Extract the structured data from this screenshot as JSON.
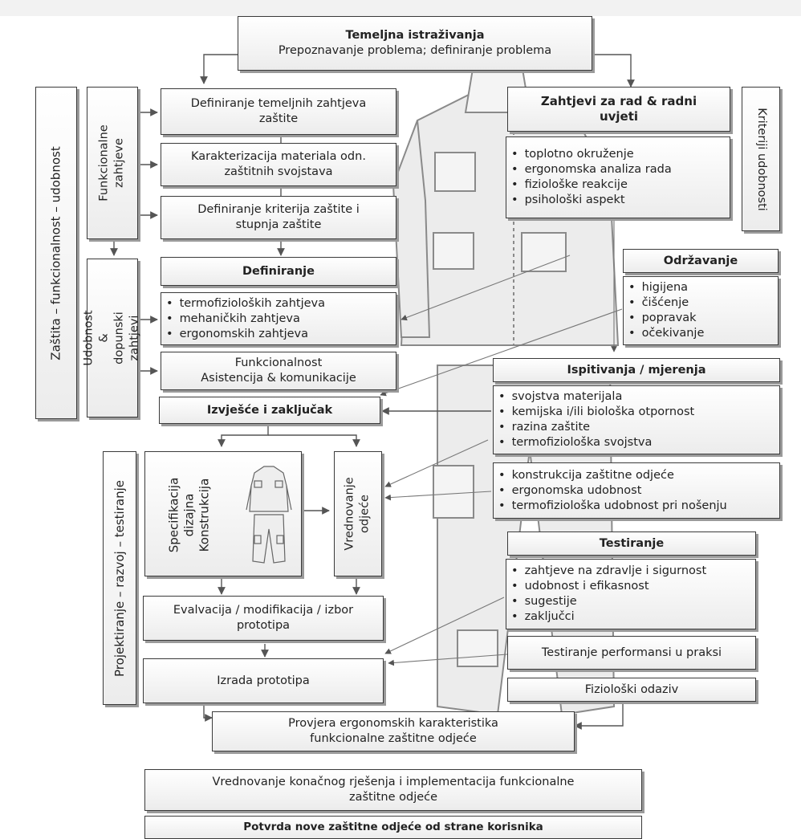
{
  "top": {
    "title": "Temeljna istraživanja",
    "subtitle": "Prepoznavanje problema; definiranje problema"
  },
  "left_outer": "Zaštita – funkcionalnost – udobnost",
  "funkcionalne": "Funkcionalne zahtjeve",
  "udobnost_dopunski": "Udobnost & dopunski zahtjevi",
  "kriteriji": "Kriteriji udobnosti",
  "boxes": {
    "def_temeljnih": "Definiranje temeljnih zahtjeva zaštite",
    "karakterizacija": "Karakterizacija materiala odn. zaštitnih svojstava",
    "def_kriterija": "Definiranje  kriterija zaštite i stupnja zaštite",
    "definiranje": "Definiranje",
    "funkcionalnost_1": "Funkcionalnost",
    "funkcionalnost_2": "Asistencija & komunikacije",
    "izvjesce": "Izvješće i zaključak",
    "specifikacija": "Specifikacija dizajna Konstrukcija",
    "vrednovanje_odjece": "Vrednovanje odjeće",
    "evalvacija": "Evalvacija / modifikacija / izbor prototipa",
    "izrada": "Izrada prototipa",
    "zahtjevi_rad": "Zahtjevi za rad & radni uvjeti",
    "odrzavanje": "Održavanje",
    "ispitivanja": "Ispitivanja / mjerenja",
    "testiranje": "Testiranje",
    "testiranje_performansi": "Testiranje performansi u praksi",
    "fizioloski": "Fiziološki odaziv",
    "provjera": "Provjera ergonomskih karakteristika funkcionalne zaštitne odjeće",
    "vrednovanje_konacnog": "Vrednovanje konačnog rješenja i implementacija funkcionalne zaštitne odjeće",
    "potvrda": "Potvrda nove zaštitne odjeće od strane korisnika"
  },
  "projektiranje": "Projektiranje – razvoj – testiranje",
  "lists": {
    "definiranje": [
      "termofizioloških zahtjeva",
      "mehaničkih zahtjeva",
      "ergonomskih zahtjeva"
    ],
    "zahtjevi_rad": [
      "toplotno okruženje",
      "ergonomska analiza rada",
      "fiziološke reakcije",
      "psihološki aspekt"
    ],
    "odrzavanje": [
      "higijena",
      "čišćenje",
      "popravak",
      "očekivanje"
    ],
    "ispitivanja": [
      "svojstva materijala",
      "kemijska i/ili biološka otpornost",
      "razina zaštite",
      "termofiziološka svojstva"
    ],
    "konstrukcija": [
      "konstrukcija zaštitne odjeće",
      "ergonomska udobnost",
      "termofiziološka udobnost pri nošenju"
    ],
    "testiranje": [
      "zahtjeve na zdravlje i sigurnost",
      "udobnost i efikasnost",
      "sugestije",
      "zaključci"
    ]
  }
}
